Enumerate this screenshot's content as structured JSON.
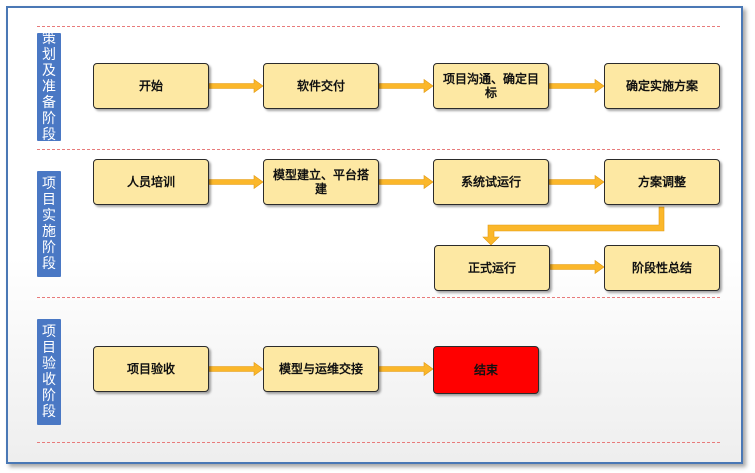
{
  "stages": [
    {
      "label": "策划及准备阶段"
    },
    {
      "label": "项目实施阶段"
    },
    {
      "label": "项目验收阶段"
    }
  ],
  "nodes": {
    "start": "开始",
    "software_delivery": "软件交付",
    "communication": "项目沟通、确定目标",
    "plan": "确定实施方案",
    "training": "人员培训",
    "modeling": "模型建立、平台搭建",
    "trial_run": "系统试运行",
    "adjust": "方案调整",
    "formal_run": "正式运行",
    "summary": "阶段性总结",
    "acceptance": "项目验收",
    "handover": "模型与运维交接",
    "end": "结束"
  },
  "colors": {
    "node_fill": "#fde8a3",
    "end_fill": "#ff0000",
    "arrow": "#fbb72a",
    "stage_label_bg": "#4a78c4",
    "frame_border": "#4a78b5",
    "divider": "#e87b7b"
  }
}
